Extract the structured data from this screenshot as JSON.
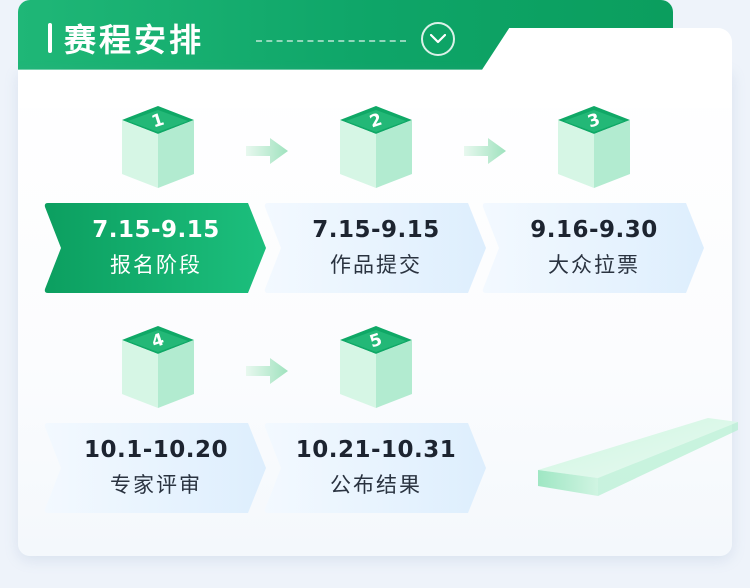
{
  "header": {
    "title": "赛程安排",
    "collapse_icon": "chevron-down-circle-icon"
  },
  "colors": {
    "accent_green": "#0ea568",
    "cube_face": "#c9f0dc",
    "chevron_inactive": "#e4f1fd",
    "background": "#eef3fa"
  },
  "steps": [
    {
      "number": "1",
      "date": "7.15-9.15",
      "label": "报名阶段",
      "active": true
    },
    {
      "number": "2",
      "date": "7.15-9.15",
      "label": "作品提交",
      "active": false
    },
    {
      "number": "3",
      "date": "9.16-9.30",
      "label": "大众拉票",
      "active": false
    },
    {
      "number": "4",
      "date": "10.1-10.20",
      "label": "专家评审",
      "active": false
    },
    {
      "number": "5",
      "date": "10.21-10.31",
      "label": "公布结果",
      "active": false
    }
  ]
}
